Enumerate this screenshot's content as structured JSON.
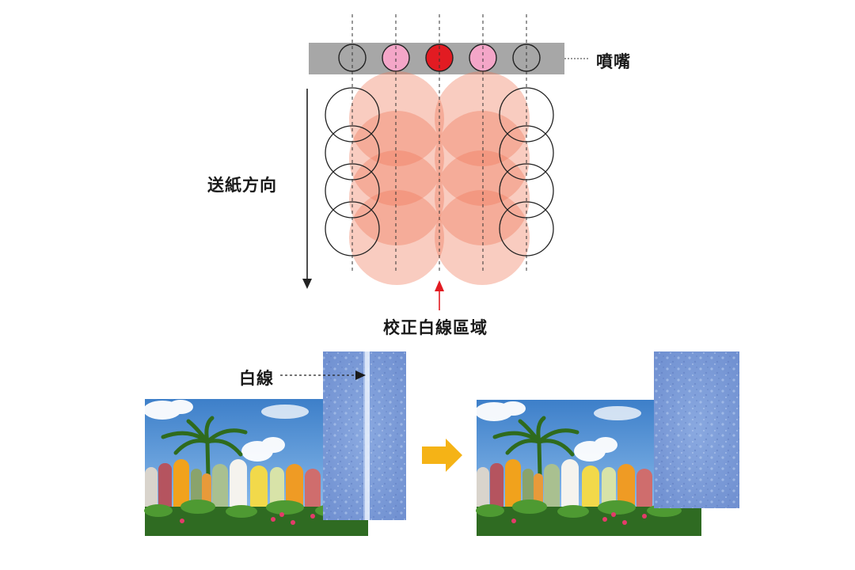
{
  "diagram": {
    "labels": {
      "nozzle": "噴嘴",
      "paper_direction": "送紙方向",
      "calibration_zone": "校正白線區域",
      "white_line": "白線"
    },
    "nozzle_states": [
      "inactive",
      "active",
      "center",
      "active",
      "inactive"
    ],
    "colors": {
      "nozzle_bar": "#a7a7a7",
      "nozzle_active": "#f4a6c8",
      "nozzle_center": "#e21b22",
      "ink_dot": "#f07a5a",
      "calibration_arrow": "#e21b22",
      "process_arrow": "#f5b316",
      "swatch_blue": "#7f9fd9"
    },
    "comparison": {
      "before": "with white line",
      "after": "corrected"
    }
  }
}
